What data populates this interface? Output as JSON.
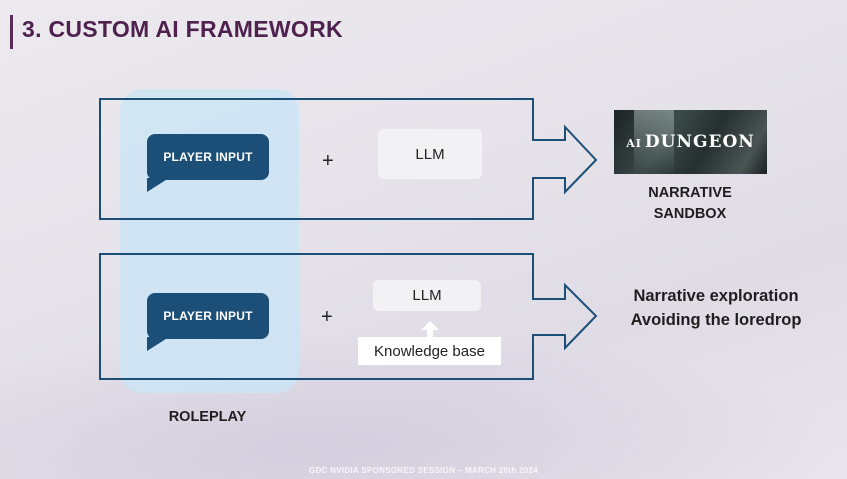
{
  "slide": {
    "title": "3. CUSTOM AI FRAMEWORK",
    "footer": "GDC NVIDIA SPONSORED SESSION – MARCH 20th 2024"
  },
  "colors": {
    "title": "#4e214e",
    "bubble": "#1b4f78",
    "frame": "#1b4f78",
    "highlight": "#cde4f5"
  },
  "row1": {
    "input_label": "PLAYER INPUT",
    "plus": "+",
    "llm_label": "LLM",
    "game_logo_prefix": "AI",
    "game_logo_text": "DUNGEON",
    "outcome_line1": "NARRATIVE",
    "outcome_line2": "SANDBOX"
  },
  "row2": {
    "input_label": "PLAYER INPUT",
    "plus": "+",
    "llm_label": "LLM",
    "knowledge_label": "Knowledge base",
    "outcome_line1": "Narrative exploration",
    "outcome_line2": "Avoiding the loredrop"
  },
  "column_label": "ROLEPLAY"
}
